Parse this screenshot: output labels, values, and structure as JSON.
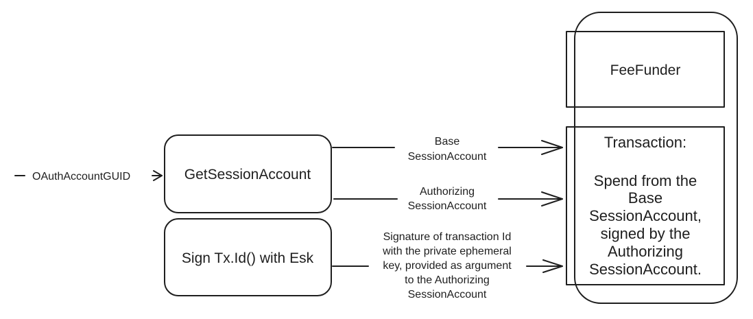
{
  "diagram": {
    "input_label": "OAuthAccountGUID",
    "get_session_account": "GetSessionAccount",
    "sign_tx": "Sign Tx.Id() with Esk",
    "fee_funder": "FeeFunder",
    "edge_base": {
      "line1": "Base",
      "line2": "SessionAccount"
    },
    "edge_authorizing": {
      "line1": "Authorizing",
      "line2": "SessionAccount"
    },
    "edge_signature": {
      "line1": "Signature of transaction Id",
      "line2": "with the private ephemeral",
      "line3": "key, provided as argument",
      "line4": "to the Authorizing",
      "line5": "SessionAccount"
    },
    "transaction": {
      "line1": "Transaction:",
      "line2": "Spend from the",
      "line3": "Base",
      "line4": "SessionAccount,",
      "line5": "signed by the",
      "line6": "Authorizing",
      "line7": "SessionAccount."
    },
    "colors": {
      "stroke": "#1e1e1e",
      "process_fill": "#b2f2bb",
      "box_fill": "#ffffff"
    }
  }
}
